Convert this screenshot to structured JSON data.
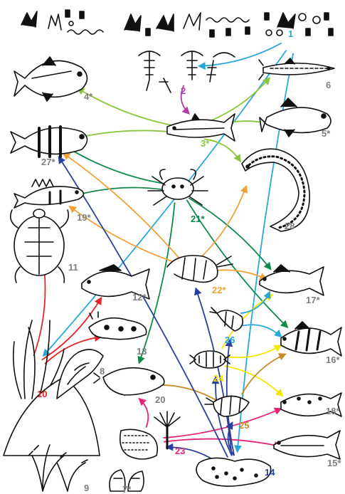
{
  "colors": {
    "plankton": "#2aa7d9",
    "copepod": "#b23aa6",
    "anchovy": "#8cc63f",
    "cnidarian": "#e6247a",
    "polychaete": "#f2a03a",
    "mysid": "#2b3f9e",
    "amphipod": "#c88a2a",
    "isopod": "#f6e600",
    "grass": "#e4262a",
    "gammarid": "#0e8a4a",
    "label_grey": "#7f7f7f"
  },
  "organisms": [
    {
      "id": "1",
      "label": "1",
      "kind": "phytoplankton",
      "color": "plankton"
    },
    {
      "id": "2",
      "label": "2",
      "kind": "copepods",
      "color": "copepod"
    },
    {
      "id": "3",
      "label": "3*",
      "kind": "anchovy",
      "color": "anchovy"
    },
    {
      "id": "4",
      "label": "4*",
      "kind": "jack fish",
      "color": "label_grey"
    },
    {
      "id": "5",
      "label": "5*",
      "kind": "bass",
      "color": "label_grey"
    },
    {
      "id": "6",
      "label": "6",
      "kind": "barracuda",
      "color": "label_grey"
    },
    {
      "id": "7",
      "label": "7*",
      "kind": "clam",
      "color": "label_grey"
    },
    {
      "id": "8",
      "label": "8",
      "kind": "seaweed",
      "color": "label_grey"
    },
    {
      "id": "9",
      "label": "9",
      "kind": "algae",
      "color": "label_grey"
    },
    {
      "id": "10",
      "label": "10",
      "kind": "seagrass",
      "color": "grass"
    },
    {
      "id": "11",
      "label": "11",
      "kind": "turtle",
      "color": "label_grey"
    },
    {
      "id": "12",
      "label": "12*",
      "kind": "damselfish",
      "color": "label_grey"
    },
    {
      "id": "13",
      "label": "13",
      "kind": "sea slug",
      "color": "label_grey"
    },
    {
      "id": "14",
      "label": "14",
      "kind": "detritus",
      "color": "mysid"
    },
    {
      "id": "15",
      "label": "15*",
      "kind": "mullet",
      "color": "label_grey"
    },
    {
      "id": "16",
      "label": "16*",
      "kind": "spotted fish",
      "color": "label_grey"
    },
    {
      "id": "17",
      "label": "17*",
      "kind": "snapper",
      "color": "label_grey"
    },
    {
      "id": "18",
      "label": "18*",
      "kind": "croaker",
      "color": "label_grey"
    },
    {
      "id": "19",
      "label": "19*",
      "kind": "scorpionfish",
      "color": "label_grey"
    },
    {
      "id": "20",
      "label": "20",
      "kind": "flatfish",
      "color": "label_grey"
    },
    {
      "id": "21",
      "label": "21*",
      "kind": "crab",
      "color": "gammarid"
    },
    {
      "id": "22",
      "label": "22*",
      "kind": "shrimp",
      "color": "polychaete"
    },
    {
      "id": "23",
      "label": "23",
      "kind": "polychaetes",
      "color": "cnidarian"
    },
    {
      "id": "24",
      "label": "24",
      "kind": "isopods",
      "color": "isopod"
    },
    {
      "id": "25",
      "label": "25",
      "kind": "amphipods",
      "color": "amphipod"
    },
    {
      "id": "26",
      "label": "26",
      "kind": "mysids",
      "color": "plankton"
    },
    {
      "id": "27",
      "label": "27*",
      "kind": "grunt",
      "color": "label_grey"
    },
    {
      "id": "28",
      "label": "28",
      "kind": "eel",
      "color": "label_grey"
    }
  ],
  "links": [
    {
      "from": "1",
      "to": "2",
      "color": "plankton"
    },
    {
      "from": "1",
      "to": "14",
      "color": "plankton"
    },
    {
      "from": "1",
      "to": "10",
      "color": "plankton"
    },
    {
      "from": "2",
      "to": "3",
      "color": "copepod"
    },
    {
      "from": "3",
      "to": "4",
      "color": "anchovy"
    },
    {
      "from": "3",
      "to": "6",
      "color": "anchovy"
    },
    {
      "from": "3",
      "to": "5",
      "color": "anchovy"
    },
    {
      "from": "3",
      "to": "27",
      "color": "anchovy"
    },
    {
      "from": "3",
      "to": "28",
      "color": "anchovy"
    },
    {
      "from": "10",
      "to": "12",
      "color": "grass"
    },
    {
      "from": "10",
      "to": "13",
      "color": "grass"
    },
    {
      "from": "10",
      "to": "11",
      "color": "grass"
    },
    {
      "from": "21",
      "to": "27",
      "color": "gammarid"
    },
    {
      "from": "21",
      "to": "19",
      "color": "gammarid"
    },
    {
      "from": "21",
      "to": "20",
      "color": "gammarid"
    },
    {
      "from": "21",
      "to": "16",
      "color": "gammarid"
    },
    {
      "from": "21",
      "to": "17",
      "color": "gammarid"
    },
    {
      "from": "22",
      "to": "27",
      "color": "polychaete"
    },
    {
      "from": "22",
      "to": "19",
      "color": "polychaete"
    },
    {
      "from": "22",
      "to": "28",
      "color": "polychaete"
    },
    {
      "from": "22",
      "to": "17",
      "color": "polychaete"
    },
    {
      "from": "23",
      "to": "20",
      "color": "cnidarian"
    },
    {
      "from": "23",
      "to": "15",
      "color": "cnidarian"
    },
    {
      "from": "23",
      "to": "18",
      "color": "cnidarian"
    },
    {
      "from": "24",
      "to": "17",
      "color": "isopod"
    },
    {
      "from": "24",
      "to": "16",
      "color": "isopod"
    },
    {
      "from": "24",
      "to": "18",
      "color": "isopod"
    },
    {
      "from": "25",
      "to": "20",
      "color": "amphipod"
    },
    {
      "from": "25",
      "to": "16",
      "color": "amphipod"
    },
    {
      "from": "26",
      "to": "17",
      "color": "plankton"
    },
    {
      "from": "26",
      "to": "16",
      "color": "plankton"
    },
    {
      "from": "14",
      "to": "22",
      "color": "mysid"
    },
    {
      "from": "14",
      "to": "26",
      "color": "mysid"
    },
    {
      "from": "14",
      "to": "23",
      "color": "mysid"
    },
    {
      "from": "14",
      "to": "25",
      "color": "mysid"
    },
    {
      "from": "14",
      "to": "27",
      "color": "mysid"
    },
    {
      "from": "14",
      "to": "24",
      "color": "mysid"
    }
  ]
}
